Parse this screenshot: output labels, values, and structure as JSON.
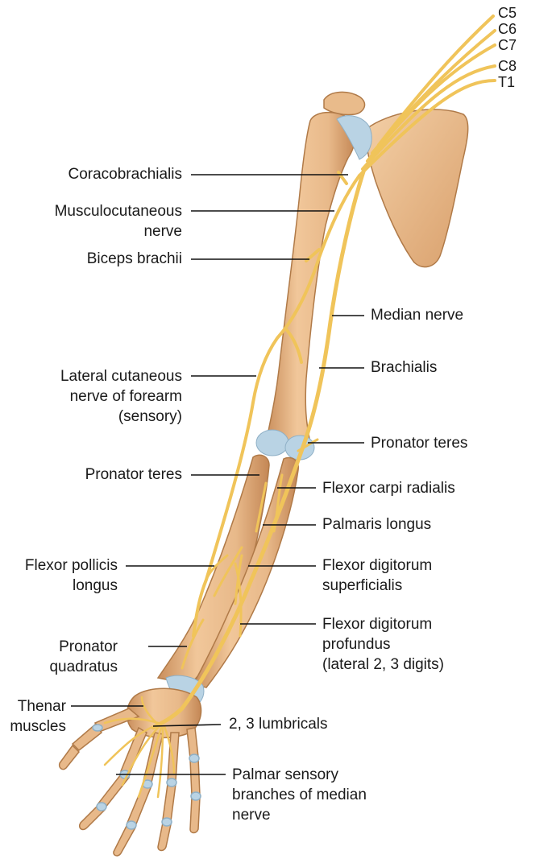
{
  "roots": [
    "C5",
    "C6",
    "C7",
    "C8",
    "T1"
  ],
  "labels": {
    "coracobrachialis": "Coracobrachialis",
    "musculocutaneous": [
      "Musculocutaneous",
      "nerve"
    ],
    "biceps": "Biceps brachii",
    "median_nerve": "Median nerve",
    "brachialis": "Brachialis",
    "lateral_cutaneous": [
      "Lateral cutaneous",
      "nerve of forearm",
      "(sensory)"
    ],
    "pronator_teres_right": "Pronator teres",
    "pronator_teres_left": "Pronator teres",
    "flexor_carpi_radialis": "Flexor carpi radialis",
    "palmaris_longus": "Palmaris longus",
    "flexor_pollicis_longus": [
      "Flexor pollicis",
      "longus"
    ],
    "flexor_digitorum_superficialis": [
      "Flexor digitorum",
      "superficialis"
    ],
    "pronator_quadratus": [
      "Pronator",
      "quadratus"
    ],
    "flexor_digitorum_profundus": [
      "Flexor digitorum",
      "profundus",
      "(lateral 2, 3 digits)"
    ],
    "thenar": [
      "Thenar",
      "muscles"
    ],
    "lumbricals": "2, 3 lumbricals",
    "palmar_sensory": [
      "Palmar sensory",
      "branches of median",
      "nerve"
    ]
  },
  "colors": {
    "bone": "#e8b98a",
    "bone_shadow": "#c98e5c",
    "cartilage": "#b9d3e4",
    "nerve": "#f0c45a",
    "nerve_edge": "#c9962c",
    "leader": "#111111"
  }
}
